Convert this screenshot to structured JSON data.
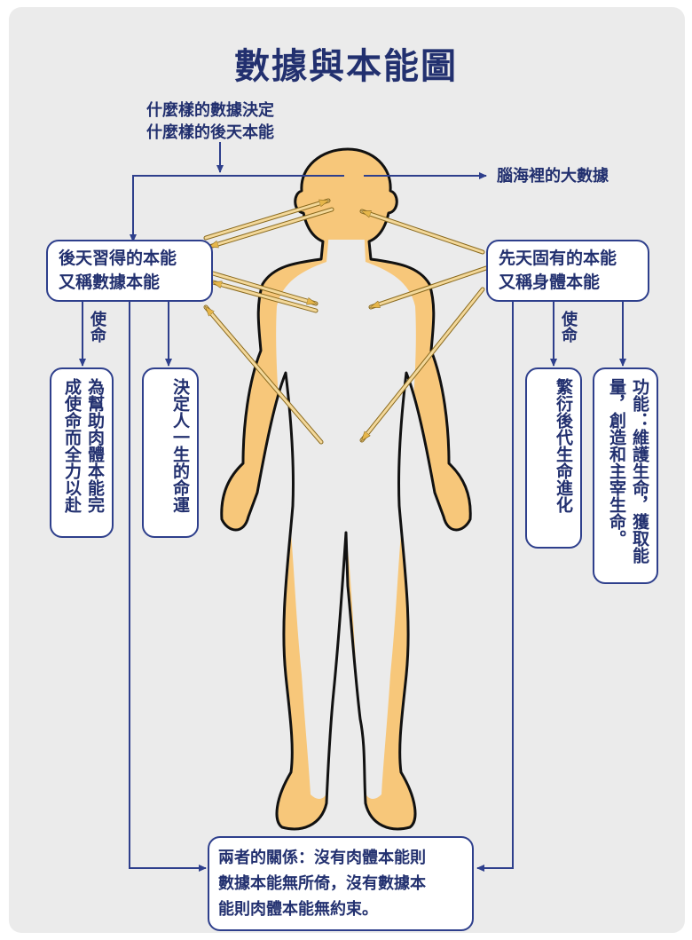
{
  "title": "數據與本能圖",
  "top_note": [
    "什麼樣的數據決定",
    "什麼樣的後天本能"
  ],
  "brain_label": "腦海裡的大數據",
  "left_box": [
    "後天習得的本能",
    "又稱數據本能"
  ],
  "right_box": [
    "先天固有的本能",
    "又稱身體本能"
  ],
  "left_mission_label": "使命",
  "right_mission_label": "使命",
  "left_mission_text": [
    "為幫助肉體本能完",
    "成使命而全力以赴"
  ],
  "left_decide_text": "決定人一生的命運",
  "right_mission_text": [
    "繁衍後代",
    "生命進化"
  ],
  "right_function_text": [
    "功能：維護生命，獲取",
    "能量，創造和主宰生命。"
  ],
  "bottom_box": [
    "兩者的關係：沒有肉體本能則",
    "數據本能無所倚，沒有數據本",
    "能則肉體本能無約束。"
  ],
  "colors": {
    "navy": "#2e3f8c",
    "text": "#22306f",
    "skin": "#f7c77a",
    "background": "#ebebeb"
  }
}
